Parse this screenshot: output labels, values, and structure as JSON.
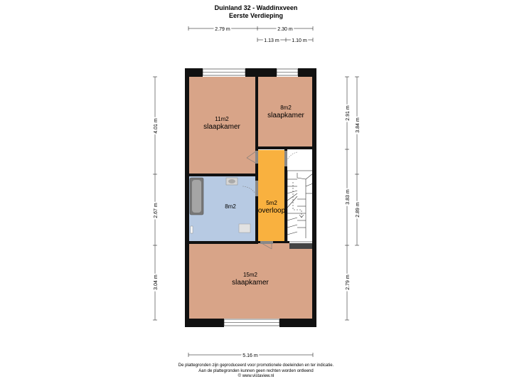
{
  "header": {
    "title": "Duinland 32 - Waddinxveen",
    "subtitle": "Eerste Verdieping"
  },
  "dimensions": {
    "top_left": "2.79 m",
    "top_right": "2.30 m",
    "top_sub_left": "1.13 m",
    "top_sub_right": "1.10 m",
    "left_top": "4.01 m",
    "left_mid": "2.67 m",
    "left_bottom": "3.04 m",
    "right_outer_top": "2.91 m",
    "right_outer_mid": "3.83 m",
    "right_outer_bottom": "2.79 m",
    "right_inner_top": "3.84 m",
    "right_inner_mid": "2.89 m",
    "bottom": "5.16 m"
  },
  "rooms": {
    "bedroom_1": {
      "area": "11m2",
      "name": "slaapkamer"
    },
    "bedroom_2": {
      "area": "8m2",
      "name": "slaapkamer"
    },
    "bathroom": {
      "area": "8m2"
    },
    "landing": {
      "area": "5m2",
      "name": "overloop"
    },
    "bedroom_3": {
      "area": "15m2",
      "name": "slaapkamer"
    }
  },
  "colors": {
    "bedroom": "#d8a488",
    "bathroom": "#b7cae3",
    "landing": "#f9b13f",
    "wall": "#111111",
    "fixture": "#9a9a9a"
  },
  "footer": {
    "line1": "De plattegronden zijn geproduceerd voor promotionele doeleinden en ter indicatie.",
    "line2": "Aan de plattegronden kunnen geen rechten worden ontleend",
    "line3": "© www.vistaview.nl"
  }
}
